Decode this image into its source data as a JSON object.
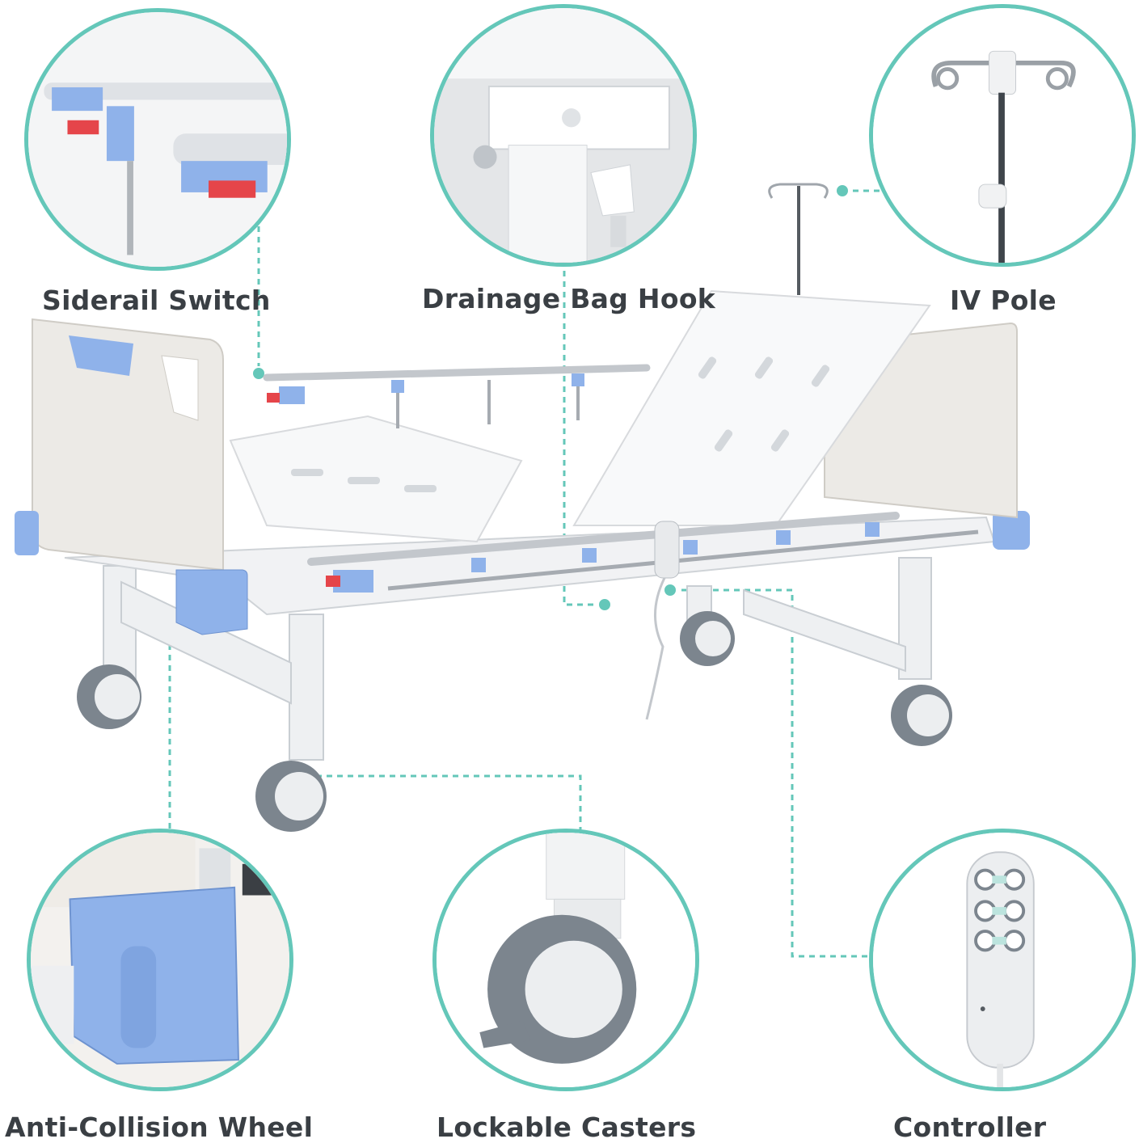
{
  "colors": {
    "teal_accent": "#64c7b9",
    "label_text": "#3a3f44",
    "bed_blue": "#8fb2ea",
    "switch_red": "#e5454a",
    "wheel_gray": "#7c858e"
  },
  "features": {
    "siderail_switch": {
      "label": "Siderail Switch",
      "icon": "siderail-switch-closeup"
    },
    "drainage_bag_hook": {
      "label": "Drainage Bag Hook",
      "icon": "drainage-hook-closeup"
    },
    "iv_pole": {
      "label": "IV Pole",
      "icon": "iv-pole-closeup"
    },
    "anti_collision_wheel": {
      "label": "Anti-Collision Wheel",
      "icon": "bumper-corner-closeup"
    },
    "lockable_casters": {
      "label": "Lockable Casters",
      "icon": "caster-wheel-closeup"
    },
    "controller": {
      "label": "Controller",
      "icon": "hand-controller-closeup"
    }
  }
}
